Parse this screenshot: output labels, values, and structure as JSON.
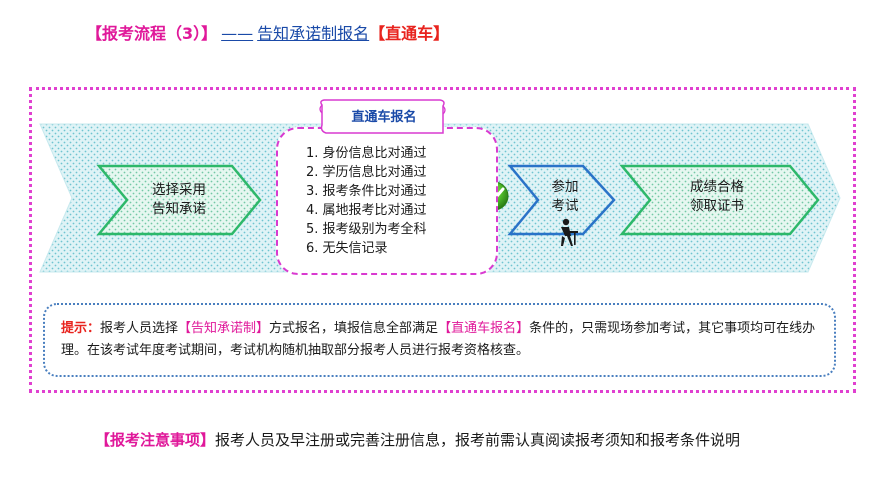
{
  "header": {
    "prefix": "【报考流程（3）】",
    "dash": "——",
    "link_text": "告知承诺制报名",
    "suffix": "【直通车】"
  },
  "diagram": {
    "step1": {
      "line1": "选择采用",
      "line2": "告知承诺"
    },
    "banner_label": "直通车报名",
    "checklist": [
      "1. 身份信息比对通过",
      "2. 学历信息比对通过",
      "3. 报考条件比对通过",
      "4. 属地报考比对通过",
      "5. 报考级别为考全科",
      "6. 无失信记录"
    ],
    "step3": {
      "line1": "参加",
      "line2": "考试"
    },
    "step4": {
      "line1": "成绩合格",
      "line2": "领取证书"
    },
    "icons": {
      "check": "check-icon",
      "exam": "exam-person-icon"
    },
    "colors": {
      "green_arrow": "#2db86a",
      "blue_arrow": "#2a73c8",
      "magenta": "#e040d0",
      "red": "#e8231e"
    }
  },
  "tip": {
    "label": "提示：",
    "t1": "报考人员选择",
    "h1": "【告知承诺制】",
    "t2": "方式报名，填报信息全部满足",
    "h2": "【直通车报名】",
    "t3": "条件的，只需现场参加考试，其它事项均可在线办理。在该考试年度考试期间，考试机构随机抽取部分报考人员进行报考资格核查。"
  },
  "note": {
    "label": "【报考注意事项】",
    "text": "报考人员及早注册或完善注册信息，报考前需认真阅读报考须知和报考条件说明"
  }
}
